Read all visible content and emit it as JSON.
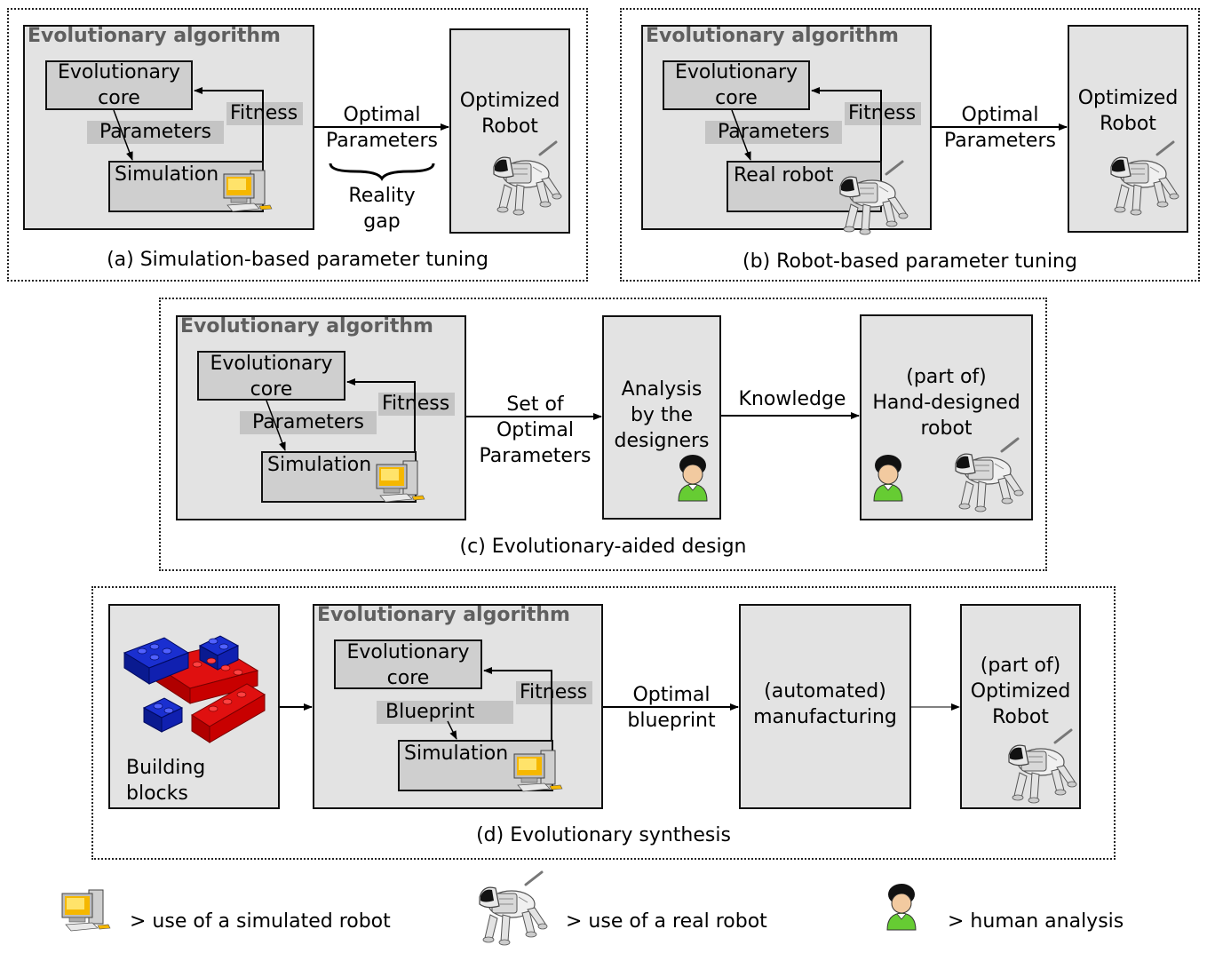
{
  "common": {
    "ea_title": "Evolutionary algorithm",
    "core": "Evolutionary\ncore",
    "fitness": "Fitness",
    "parameters": "Parameters",
    "simulation": "Simulation"
  },
  "panel_a": {
    "caption": "(a) Simulation-based parameter tuning",
    "arrow_label": "Optimal\nParameters",
    "gap_label": "Reality\ngap",
    "output": "Optimized\nRobot"
  },
  "panel_b": {
    "caption": "(b) Robot-based parameter tuning",
    "real_robot": "Real robot",
    "arrow_label": "Optimal\nParameters",
    "output": "Optimized\nRobot"
  },
  "panel_c": {
    "caption": "(c) Evolutionary-aided design",
    "arrow1_label": "Set of\nOptimal\nParameters",
    "analysis": "Analysis\nby the\ndesigners",
    "arrow2_label": "Knowledge",
    "output": "(part of)\nHand-designed\nrobot"
  },
  "panel_d": {
    "caption": "(d) Evolutionary synthesis",
    "building_blocks": "Building\nblocks",
    "blueprint": "Blueprint",
    "arrow_label": "Optimal\nblueprint",
    "manufacturing": "(automated)\nmanufacturing",
    "output": "(part of)\nOptimized\nRobot"
  },
  "legend": {
    "simulated": "> use of a simulated robot",
    "real": "> use of a real robot",
    "human": "> human analysis"
  },
  "icons": [
    "computer-icon",
    "robot-dog-icon",
    "human-icon",
    "lego-bricks-icon"
  ]
}
